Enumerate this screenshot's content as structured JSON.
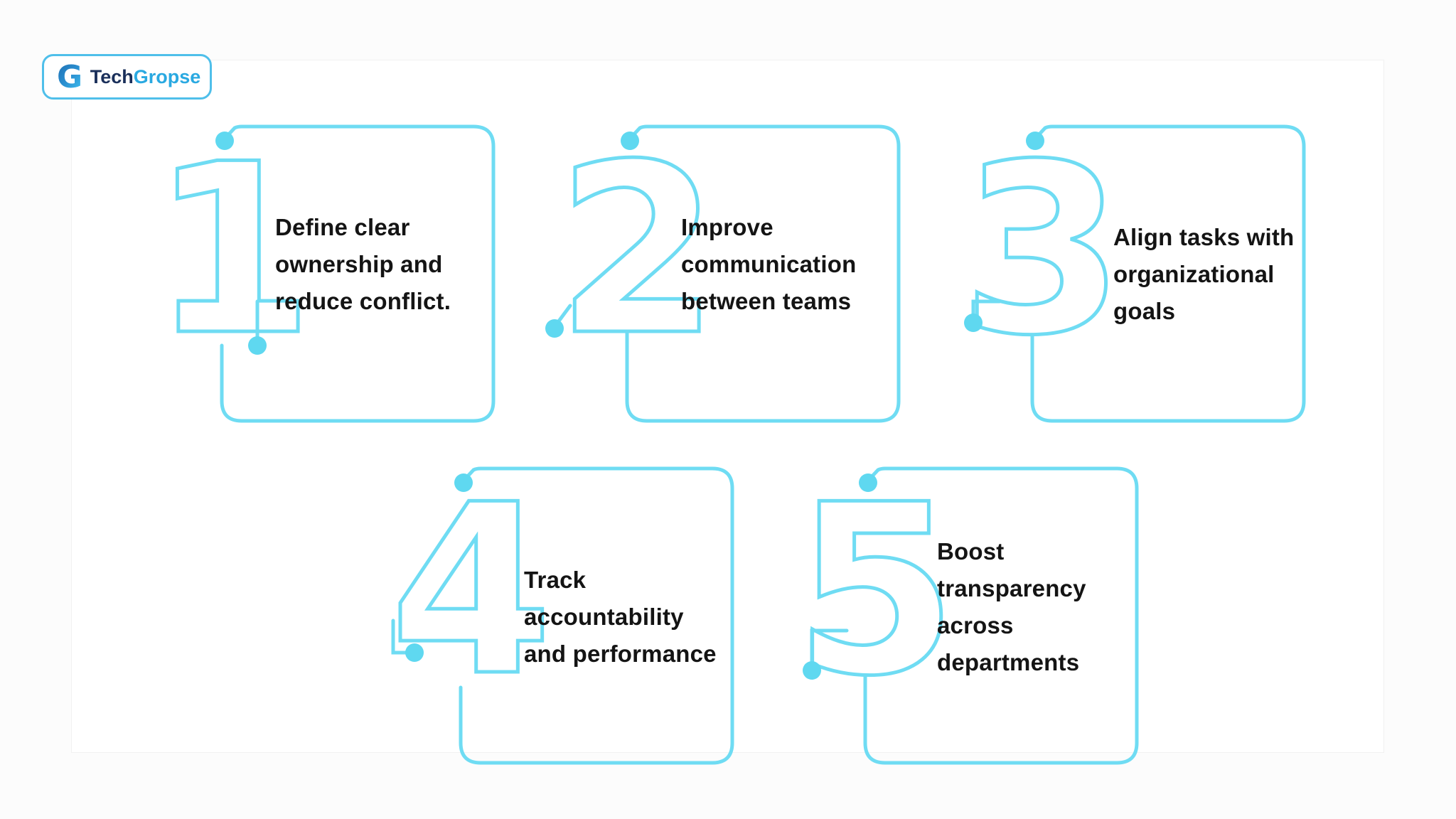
{
  "logo": {
    "mark": "G",
    "brand_first": "Tech",
    "brand_second": "Gropse"
  },
  "colors": {
    "accent": "#6fdcf3",
    "dot": "#5fd8f0",
    "text": "#141414",
    "card_border": "#f1f1f1",
    "logo_navy": "#1a2f5a",
    "logo_blue": "#2aa9e1"
  },
  "boxes": [
    {
      "number": "1",
      "lines": [
        "Define clear",
        "ownership and",
        "reduce conflict."
      ]
    },
    {
      "number": "2",
      "lines": [
        "Improve",
        "communication",
        "between teams"
      ]
    },
    {
      "number": "3",
      "lines": [
        "Align tasks with",
        "organizational",
        "goals"
      ]
    },
    {
      "number": "4",
      "lines": [
        "Track",
        "accountability",
        "and performance"
      ]
    },
    {
      "number": "5",
      "lines": [
        "Boost",
        "transparency",
        "across",
        "departments"
      ]
    }
  ]
}
